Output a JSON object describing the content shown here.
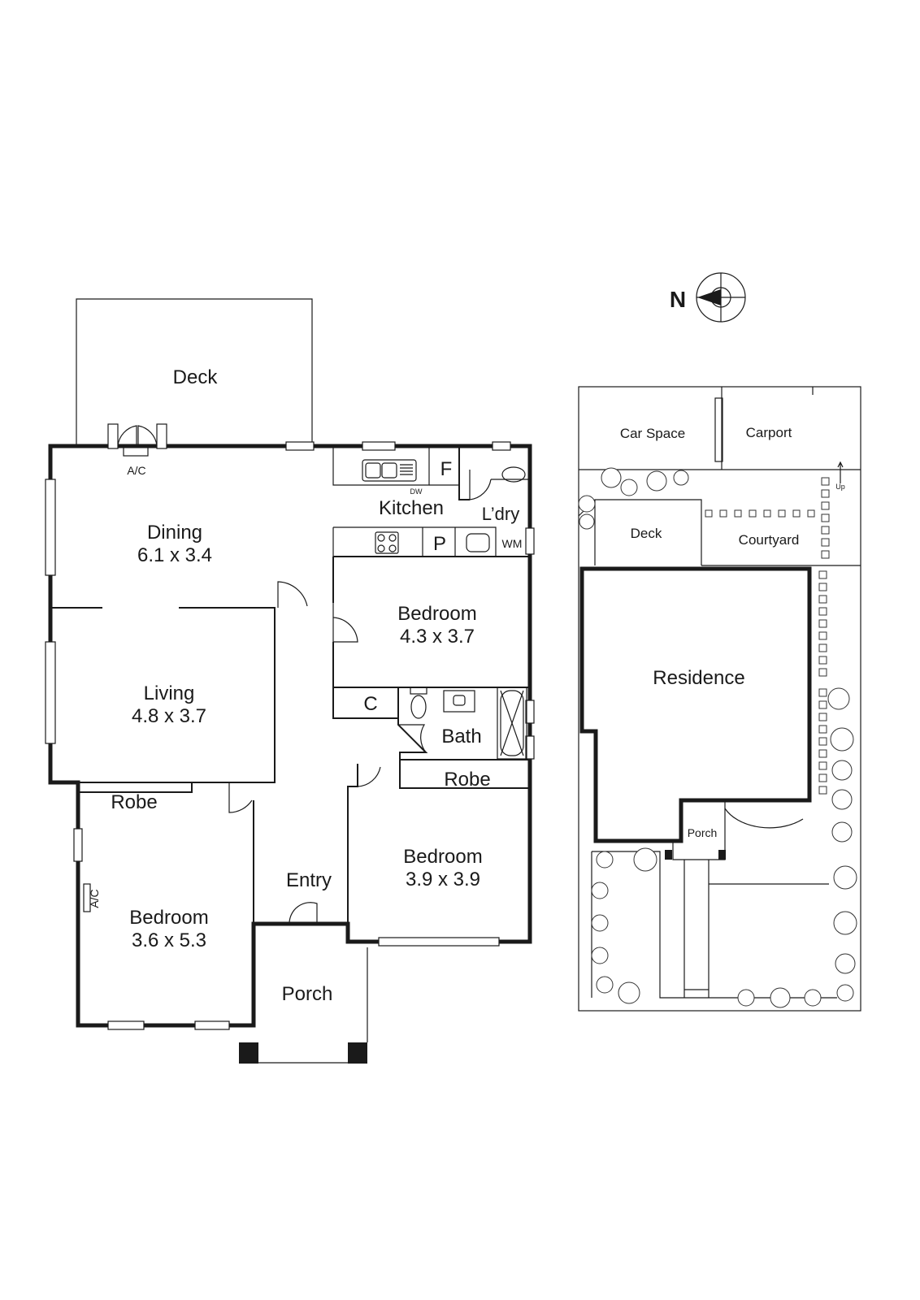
{
  "floor_plan": {
    "rooms": {
      "deck": {
        "name": "Deck"
      },
      "dining": {
        "name": "Dining",
        "size": "6.1 x 3.4"
      },
      "kitchen": {
        "name": "Kitchen"
      },
      "laundry": {
        "name": "L’dry"
      },
      "bedroom_1": {
        "name": "Bedroom",
        "size": "4.3 x 3.7"
      },
      "living": {
        "name": "Living",
        "size": "4.8 x 3.7"
      },
      "cupboard": {
        "name": "C"
      },
      "bath": {
        "name": "Bath"
      },
      "robe_1": {
        "name": "Robe"
      },
      "robe_2": {
        "name": "Robe"
      },
      "bedroom_2": {
        "name": "Bedroom",
        "size": "3.9 x 3.9"
      },
      "entry": {
        "name": "Entry"
      },
      "bedroom_3": {
        "name": "Bedroom",
        "size": "3.6 x 5.3"
      },
      "porch": {
        "name": "Porch"
      }
    },
    "fixtures": {
      "fridge": "F",
      "pantry": "P",
      "washing_machine": "WM",
      "dishwasher": "DW",
      "ac_1": "A/C",
      "ac_2": "A/C"
    }
  },
  "site_plan": {
    "car_space": "Car Space",
    "carport": "Carport",
    "deck": "Deck",
    "courtyard": "Courtyard",
    "residence": "Residence",
    "porch": "Porch",
    "up": "Up"
  },
  "compass": {
    "label": "N"
  }
}
